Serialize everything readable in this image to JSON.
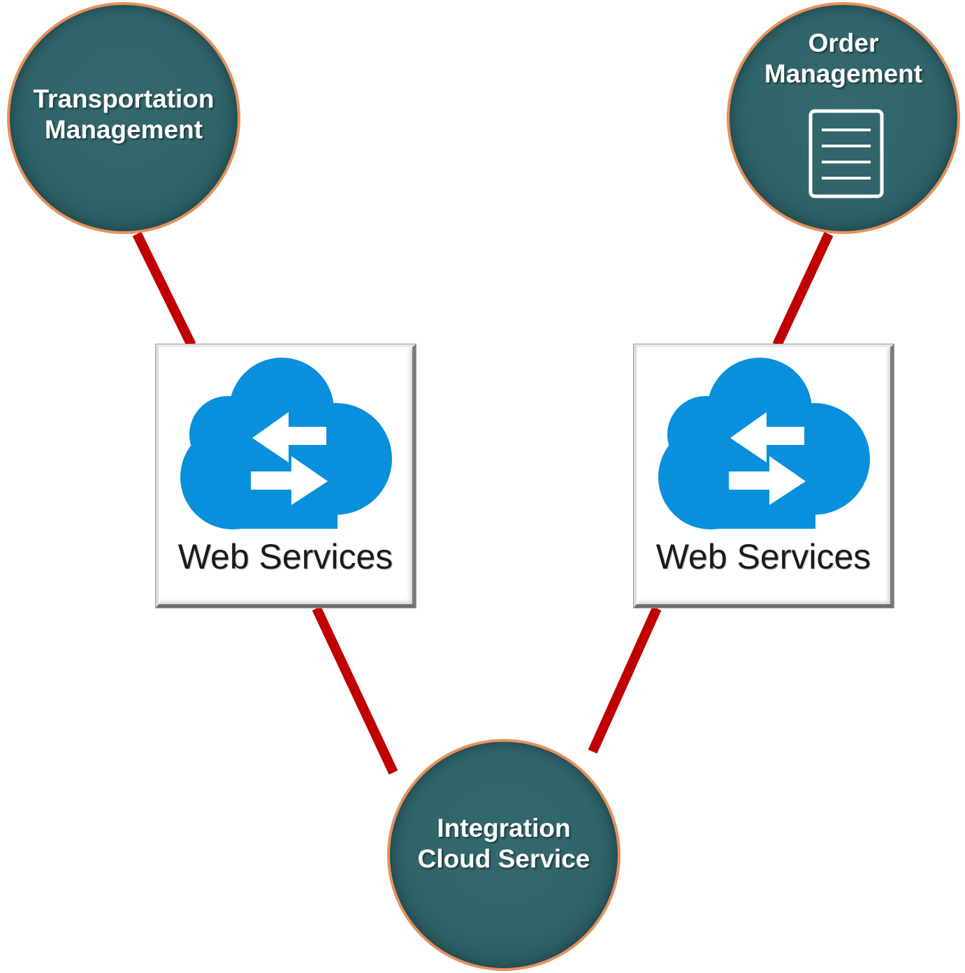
{
  "colors": {
    "node_fill": "#2f646a",
    "node_border": "#e6915c",
    "connector": "#c00000",
    "cloud": "#0a8fdc"
  },
  "nodes": {
    "transportation": {
      "line1": "Transportation",
      "line2": "Management"
    },
    "order": {
      "line1": "Order",
      "line2": "Management",
      "icon": "document-icon"
    },
    "integration": {
      "line1": "Integration",
      "line2": "Cloud Service"
    }
  },
  "web_services": {
    "left": {
      "label": "Web Services",
      "icon": "cloud-exchange-icon"
    },
    "right": {
      "label": "Web Services",
      "icon": "cloud-exchange-icon"
    }
  }
}
